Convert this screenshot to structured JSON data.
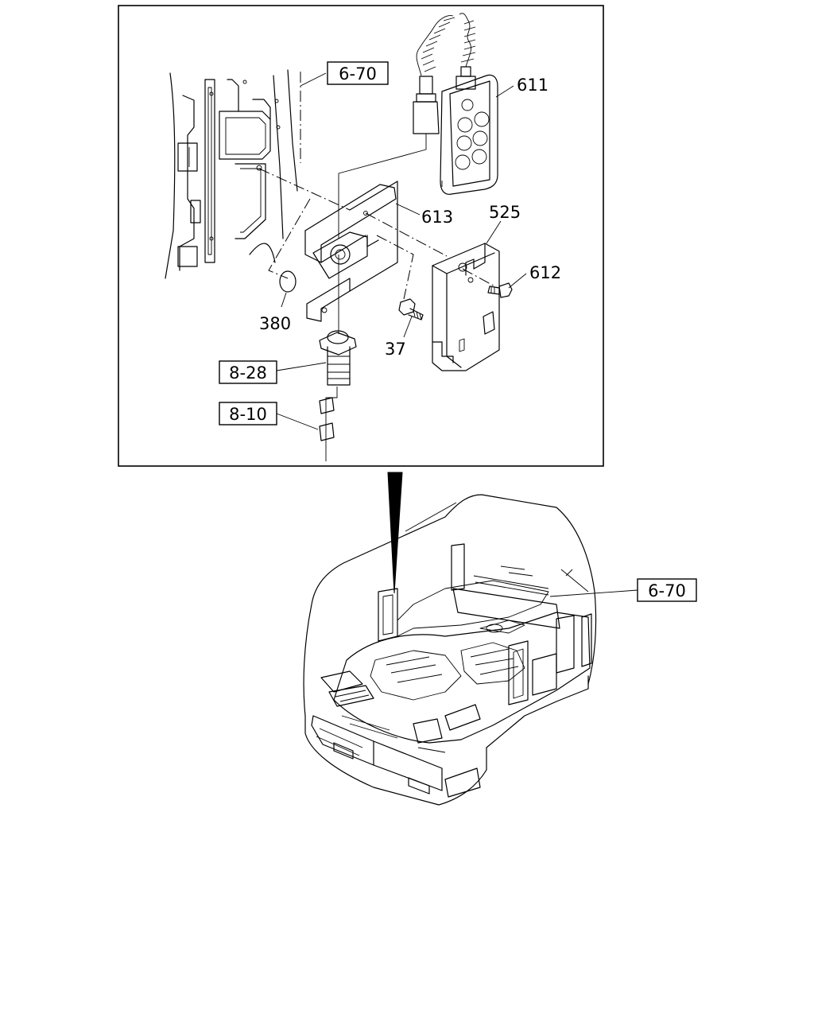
{
  "callouts": {
    "ref_6_70_top": "6-70",
    "part_611": "611",
    "part_613": "613",
    "part_525": "525",
    "part_612": "612",
    "part_380": "380",
    "part_37": "37",
    "ref_8_28": "8-28",
    "ref_8_10": "8-10",
    "ref_6_70_cab": "6-70"
  }
}
